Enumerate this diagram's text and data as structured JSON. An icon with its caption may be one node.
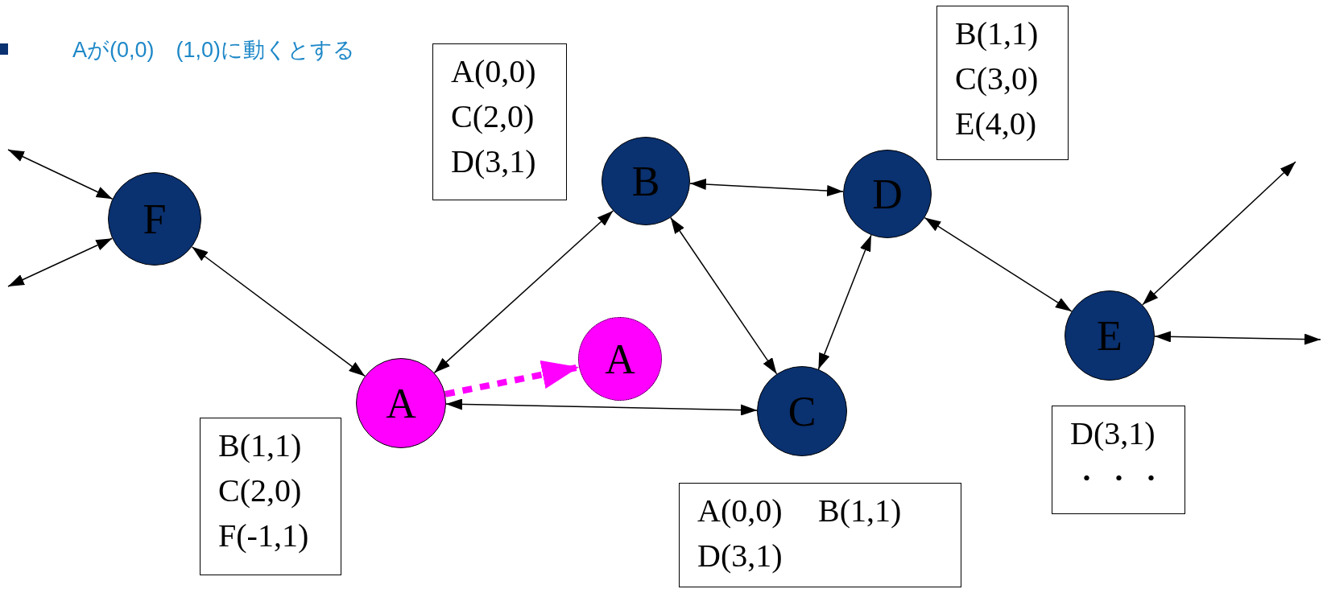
{
  "diagram": {
    "title": "Aが(0,0)　(1,0)に動くとする",
    "nodes": [
      {
        "text": [
          "F"
        ]
      },
      {
        "text": [
          "A(0,0)",
          "C(2,0)",
          "D(3,1)"
        ]
      },
      {
        "text": [
          "B"
        ]
      },
      {
        "text": [
          "B(1,1)",
          "C(3,0)",
          "E(4,0)"
        ]
      },
      {
        "text": [
          "D"
        ]
      },
      {
        "text": [
          "A"
        ]
      },
      {
        "text": [
          "A"
        ]
      },
      {
        "text": [
          "C"
        ]
      },
      {
        "text": [
          "E"
        ]
      },
      {
        "text": [
          "B(1,1)",
          "C(2,0)",
          "F(-1,1)"
        ]
      },
      {
        "text": [
          "A(0,0)",
          "B(1,1)",
          "D(3,1)"
        ]
      },
      {
        "text": [
          "D(3,1)",
          "・・・"
        ]
      }
    ],
    "edges": [
      {
        "from": null,
        "to": 0,
        "arrow": "both"
      },
      {
        "from": null,
        "to": 0,
        "arrow": "both"
      },
      {
        "from": 0,
        "to": 5,
        "arrow": "both"
      },
      {
        "from": 5,
        "to": 2,
        "arrow": "both"
      },
      {
        "from": 2,
        "to": 4,
        "arrow": "both"
      },
      {
        "from": 2,
        "to": 7,
        "arrow": "both"
      },
      {
        "from": 7,
        "to": 4,
        "arrow": "both"
      },
      {
        "from": 5,
        "to": 7,
        "arrow": "both"
      },
      {
        "from": 4,
        "to": 8,
        "arrow": "both"
      },
      {
        "from": 5,
        "to": 6,
        "arrow": "to",
        "style": "dashed",
        "color": "#ff00ff"
      },
      {
        "from": 8,
        "to": null,
        "arrow": "both"
      },
      {
        "from": 8,
        "to": null,
        "arrow": "both"
      }
    ]
  }
}
